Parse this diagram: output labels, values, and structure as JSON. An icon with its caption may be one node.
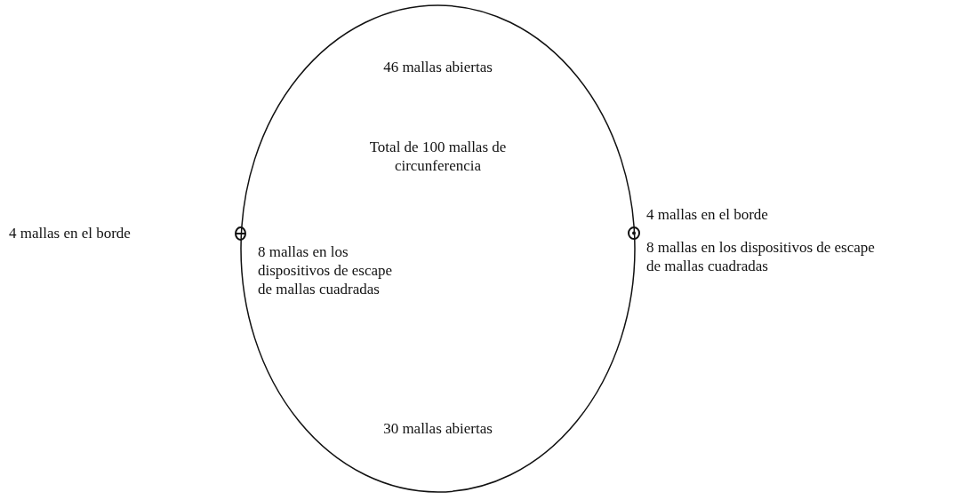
{
  "diagram": {
    "nodes": [
      {
        "text": [
          "46 mallas abiertas",
          "Total de 100 mallas de circunferencia",
          "8 mallas en los dispositivos de escape de mallas cuadradas",
          "30 mallas abiertas"
        ]
      },
      {
        "text": [],
        "shape": "circle"
      },
      {
        "text": [],
        "shape": "circle",
        "beside": [
          "4 mallas en el borde",
          "8 mallas en los dispositivos de escape de mallas cuadradas"
        ]
      }
    ],
    "labels": [
      "4 mallas en el borde"
    ]
  }
}
